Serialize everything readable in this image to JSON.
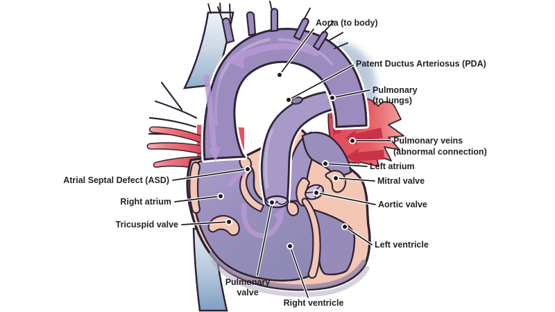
{
  "diagram": {
    "description": "Heart anatomy diagram with congenital defects",
    "labels": {
      "aorta": {
        "text": "Aorta (to body)"
      },
      "pda": {
        "text": "Patent Ductus Arteriosus (PDA)"
      },
      "pulmonary_artery": {
        "line1": "Pulmonary",
        "line2": "(to lungs)"
      },
      "pulmonary_veins": {
        "line1": "Pulmonary veins",
        "line2": "(abnormal connection)"
      },
      "left_atrium": {
        "text": "Left atrium"
      },
      "mitral_valve": {
        "text": "Mitral valve"
      },
      "aortic_valve": {
        "text": "Aortic valve"
      },
      "left_ventricle": {
        "text": "Left ventricle"
      },
      "right_ventricle": {
        "text": "Right ventricle"
      },
      "pulmonary_valve": {
        "line1": "Pulmonary",
        "line2": "valve"
      },
      "tricuspid_valve": {
        "text": "Tricuspid valve"
      },
      "right_atrium": {
        "text": "Right atrium"
      },
      "asd": {
        "text": "Atrial Septal Defect (ASD)"
      }
    },
    "colors": {
      "background": "#ffffff",
      "chamber_purple": "#9a8fbc",
      "vessel_purple": "#9c8bbe",
      "purple_highlight": "#bcaed6",
      "outline_dark": "#2e2235",
      "wall_salmon": "#f4c7b4",
      "vein_red": "#e25560",
      "vein_red_light": "#f5a4a4",
      "arrow_red": "#c93247",
      "vena_cava_blue": "#7f9fc4",
      "vena_cava_blue_light": "#dfe8f1",
      "flow_arrow_purple": "#b999d6",
      "label_text": "#231f20"
    }
  }
}
